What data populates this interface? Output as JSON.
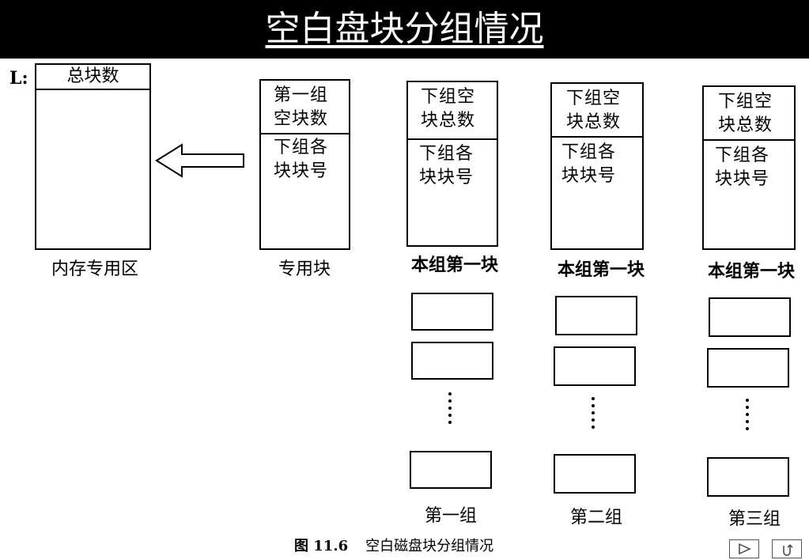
{
  "title": "空白盘块分组情况",
  "memory": {
    "l_label": "L:",
    "header": "总块数",
    "caption": "内存专用区"
  },
  "dedicated_block": {
    "top": "第一组\n空块数",
    "bottom": "下组各\n块块号",
    "caption": "专用块"
  },
  "groups": [
    {
      "top": "下组空\n块总数",
      "bottom": "下组各\n块块号",
      "first_block_label": "本组第一块",
      "group_label": "第一组"
    },
    {
      "top": "下组空\n块总数",
      "bottom": "下组各\n块块号",
      "first_block_label": "本组第一块",
      "group_label": "第二组"
    },
    {
      "top": "下组空\n块总数",
      "bottom": "下组各\n块块号",
      "first_block_label": "本组第一块",
      "group_label": "第三组"
    }
  ],
  "figure_caption": {
    "number": "图 11.6",
    "text": "空白磁盘块分组情况"
  },
  "icons": {
    "arrow": "left-arrow-icon",
    "next": "play-next-icon",
    "return": "return-icon"
  }
}
